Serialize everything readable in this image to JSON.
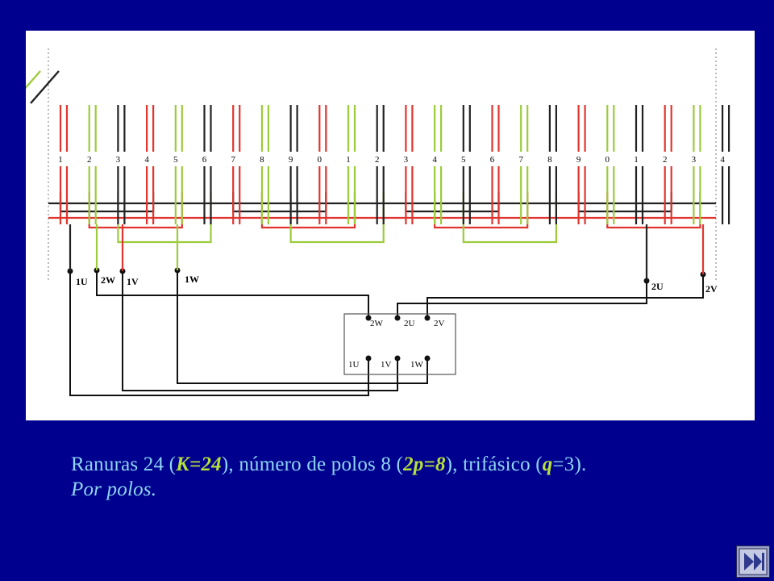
{
  "colors": {
    "background": "#00008f",
    "panel": "#ffffff",
    "phase_u": "#e0352f",
    "phase_v": "#222222",
    "phase_w": "#9ccb3b",
    "caption_text": "#8fd6f0",
    "caption_symbol": "#b6e03a"
  },
  "diagram": {
    "slot_numbers": [
      "1",
      "2",
      "3",
      "4",
      "5",
      "6",
      "7",
      "8",
      "9",
      "0",
      "1",
      "2",
      "3",
      "4",
      "5",
      "6",
      "7",
      "8",
      "9",
      "0",
      "1",
      "2",
      "3",
      "4"
    ],
    "terminal_labels": {
      "1U": "1U",
      "2W": "2W",
      "1V": "1V",
      "1W": "1W",
      "2U": "2U",
      "2V": "2V"
    },
    "box": {
      "top": [
        "2W",
        "2U",
        "2V"
      ],
      "bottom": [
        "1U",
        "1V",
        "1W"
      ]
    }
  },
  "caption": {
    "t1": "Ranuras 24 (",
    "k": "K=24",
    "t2": "), número de polos 8 (",
    "p": "2p=8",
    "t3": "), trifásico (",
    "q": "q",
    "t4": "=3).",
    "line2": "Por polos."
  },
  "nav": {
    "icon": "last-slide-icon"
  }
}
